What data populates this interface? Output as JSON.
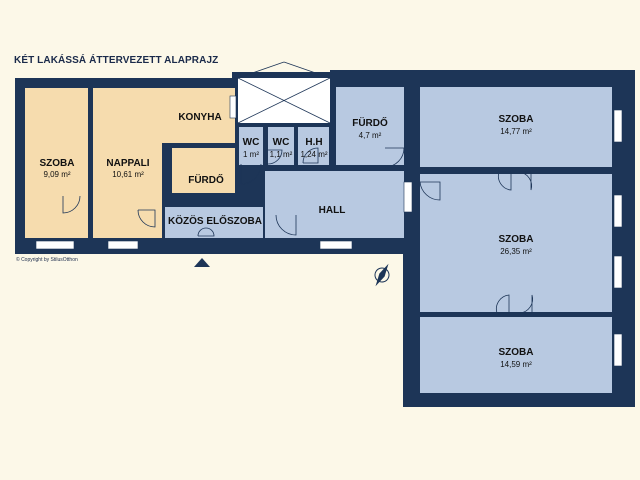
{
  "title": "KÉT LAKÁSSÁ ÁTTERVEZETT ALAPRAJZ",
  "copyright": "© Copyright by StilusOtthon",
  "colors": {
    "background": "#fcf8e8",
    "wall": "#1d3557",
    "warm_room": "#f6dcae",
    "cool_room": "#b8c9e1",
    "stair": "#ffffff"
  },
  "rooms": {
    "szoba_left": {
      "name": "SZOBA",
      "area": "9,09 m²"
    },
    "nappali": {
      "name": "NAPPALI",
      "area": "10,61 m²"
    },
    "konyha": {
      "name": "KONYHA"
    },
    "furdo_small": {
      "name": "FÜRDŐ"
    },
    "kozos_eloszoba": {
      "name": "KÖZÖS ELŐSZOBA"
    },
    "wc1": {
      "name": "WC",
      "area": "1 m²"
    },
    "wc2": {
      "name": "WC",
      "area": "1,1 m²"
    },
    "hh": {
      "name": "H.H",
      "area": "1,24 m²"
    },
    "furdo_right": {
      "name": "FÜRDŐ",
      "area": "4,7 m²"
    },
    "hall": {
      "name": "HALL"
    },
    "szoba_top": {
      "name": "SZOBA",
      "area": "14,77 m²"
    },
    "szoba_mid": {
      "name": "SZOBA",
      "area": "26,35 m²"
    },
    "szoba_bot": {
      "name": "SZOBA",
      "area": "14,59 m²"
    }
  },
  "compass_icon": "compass-icon",
  "entrance_icon": "entrance-arrow-icon"
}
